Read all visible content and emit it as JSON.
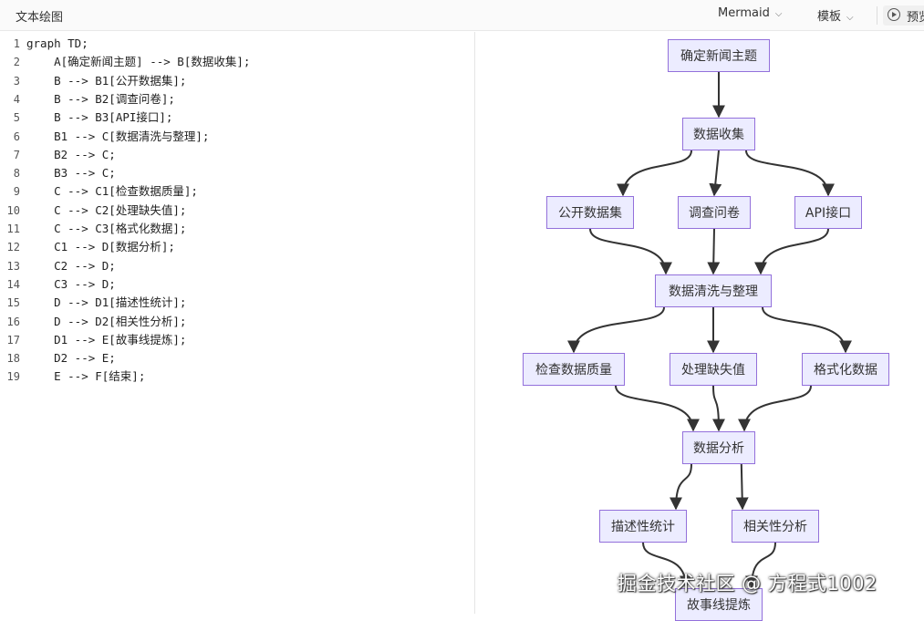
{
  "header": {
    "title": "文本绘图",
    "syntax_select": "Mermaid",
    "template_label": "模板",
    "preview_label": "预览",
    "icons": [
      "chevron-down-icon",
      "play-circle-icon"
    ]
  },
  "editor": {
    "lines": [
      {
        "n": "1",
        "text": "graph TD;"
      },
      {
        "n": "2",
        "text": "    A[确定新闻主题] --> B[数据收集];"
      },
      {
        "n": "3",
        "text": "    B --> B1[公开数据集];"
      },
      {
        "n": "4",
        "text": "    B --> B2[调查问卷];"
      },
      {
        "n": "5",
        "text": "    B --> B3[API接口];"
      },
      {
        "n": "6",
        "text": "    B1 --> C[数据清洗与整理];"
      },
      {
        "n": "7",
        "text": "    B2 --> C;"
      },
      {
        "n": "8",
        "text": "    B3 --> C;"
      },
      {
        "n": "9",
        "text": "    C --> C1[检查数据质量];"
      },
      {
        "n": "10",
        "text": "    C --> C2[处理缺失值];"
      },
      {
        "n": "11",
        "text": "    C --> C3[格式化数据];"
      },
      {
        "n": "12",
        "text": "    C1 --> D[数据分析];"
      },
      {
        "n": "13",
        "text": "    C2 --> D;"
      },
      {
        "n": "14",
        "text": "    C3 --> D;"
      },
      {
        "n": "15",
        "text": "    D --> D1[描述性统计];"
      },
      {
        "n": "16",
        "text": "    D --> D2[相关性分析];"
      },
      {
        "n": "17",
        "text": "    D1 --> E[故事线提炼];"
      },
      {
        "n": "18",
        "text": "    D2 --> E;"
      },
      {
        "n": "19",
        "text": "    E --> F[结束];"
      }
    ]
  },
  "diagram": {
    "node_fill": "#ECECFF",
    "node_stroke": "#9370DB",
    "edge_color": "#333333",
    "nodes": {
      "A": "确定新闻主题",
      "B": "数据收集",
      "B1": "公开数据集",
      "B2": "调查问卷",
      "B3": "API接口",
      "C": "数据清洗与整理",
      "C1": "检查数据质量",
      "C2": "处理缺失值",
      "C3": "格式化数据",
      "D": "数据分析",
      "D1": "描述性统计",
      "D2": "相关性分析",
      "E": "故事线提炼"
    },
    "edges": [
      [
        "A",
        "B"
      ],
      [
        "B",
        "B1"
      ],
      [
        "B",
        "B2"
      ],
      [
        "B",
        "B3"
      ],
      [
        "B1",
        "C"
      ],
      [
        "B2",
        "C"
      ],
      [
        "B3",
        "C"
      ],
      [
        "C",
        "C1"
      ],
      [
        "C",
        "C2"
      ],
      [
        "C",
        "C3"
      ],
      [
        "C1",
        "D"
      ],
      [
        "C2",
        "D"
      ],
      [
        "C3",
        "D"
      ],
      [
        "D",
        "D1"
      ],
      [
        "D",
        "D2"
      ],
      [
        "D1",
        "E"
      ],
      [
        "D2",
        "E"
      ]
    ]
  },
  "watermark": "掘金技术社区 @ 方程式1002"
}
